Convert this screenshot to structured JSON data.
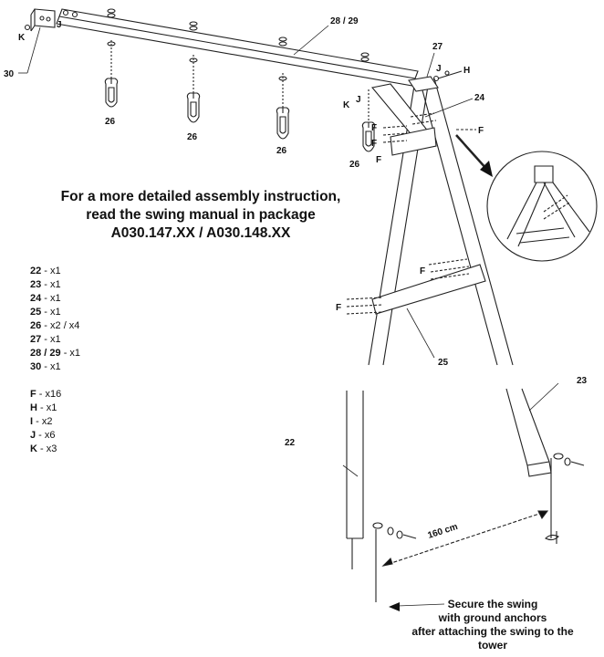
{
  "callouts": {
    "c30": "30",
    "c28_29": "28 / 29",
    "c27": "27",
    "c24": "24",
    "c25": "25",
    "c22": "22",
    "c23": "23",
    "c26a": "26",
    "c26b": "26",
    "c26c": "26",
    "c26d": "26",
    "K1": "K",
    "J1": "J",
    "J2": "J",
    "H": "H",
    "K2": "K",
    "J3": "J",
    "F1": "F",
    "F2": "F",
    "F3": "F",
    "F4": "F",
    "F5": "F",
    "F6": "F",
    "measure": "160 cm"
  },
  "note": {
    "line1": "For a more detailed assembly instruction,",
    "line2": "read the swing manual in package",
    "line3": "A030.147.XX / A030.148.XX"
  },
  "parts": [
    {
      "id": "22",
      "qty": " - x1"
    },
    {
      "id": "23",
      "qty": " - x1"
    },
    {
      "id": "24",
      "qty": " - x1"
    },
    {
      "id": "25",
      "qty": " - x1"
    },
    {
      "id": "26",
      "qty": " - x2 / x4"
    },
    {
      "id": "27",
      "qty": " - x1"
    },
    {
      "id": "28 / 29",
      "qty": " - x1"
    },
    {
      "id": "30",
      "qty": " - x1"
    }
  ],
  "hardware": [
    {
      "id": "F",
      "qty": " - x16"
    },
    {
      "id": "H",
      "qty": " - x1"
    },
    {
      "id": "I",
      "qty": " - x2"
    },
    {
      "id": "J",
      "qty": " - x6"
    },
    {
      "id": "K",
      "qty": " - x3"
    }
  ],
  "anchor_note": {
    "line1": "Secure the swing",
    "line2": "with ground anchors",
    "line3": "after attaching the swing to the",
    "line4": "tower"
  }
}
